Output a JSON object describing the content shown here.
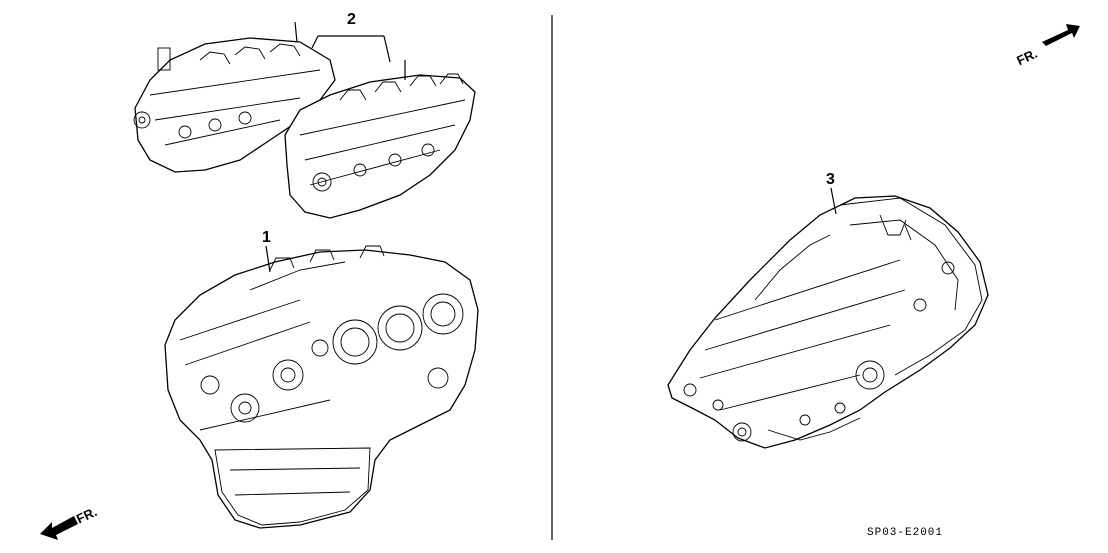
{
  "callouts": {
    "engine_block": "1",
    "cylinder_heads": "2",
    "transmission": "3"
  },
  "direction_labels": {
    "front_top_right": "FR.",
    "front_bottom_left": "FR."
  },
  "diagram_code": "SP03-E2001"
}
